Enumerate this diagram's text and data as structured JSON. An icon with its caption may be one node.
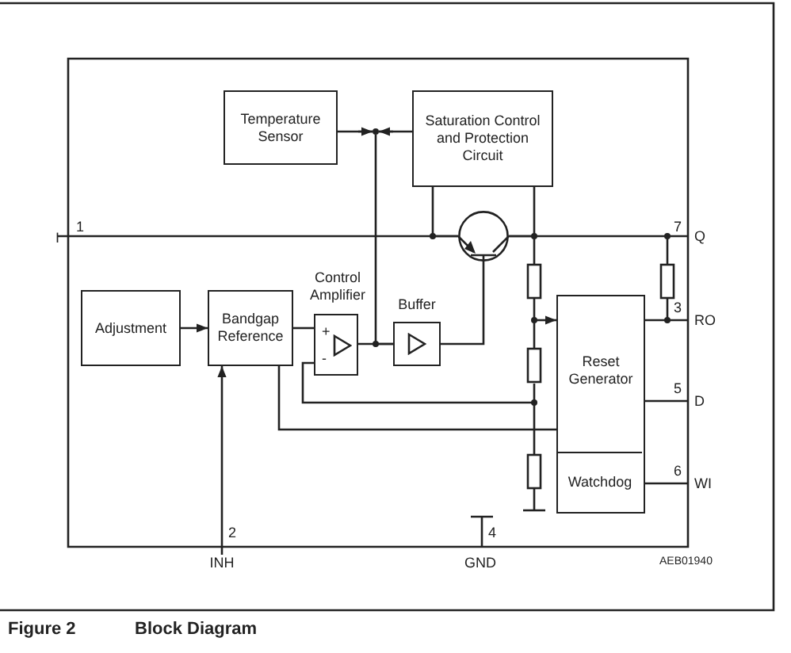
{
  "diagram": {
    "caption": "Block Diagram",
    "nodes": [
      {
        "text": [
          "Temperature Sensor"
        ]
      },
      {
        "text": [
          "Saturation Control and Protection Circuit"
        ]
      },
      {
        "text": [
          "Adjustment"
        ]
      },
      {
        "text": [
          "Bandgap Reference"
        ]
      },
      {
        "text": [
          "Control Amplifier"
        ]
      },
      {
        "text": [
          "Buffer"
        ]
      },
      {
        "text": [
          "Reset Generator"
        ]
      },
      {
        "text": [
          "Watchdog"
        ],
        "in": 6
      },
      {
        "text": [],
        "shape": "circle"
      },
      {
        "text": [],
        "shape": "transistor"
      },
      {
        "text": [
          "INH"
        ]
      }
    ],
    "edges": [
      {
        "from": 2,
        "to": 3,
        "arrow": "to"
      },
      {
        "from": 0,
        "to": 8,
        "arrow": "to"
      },
      {
        "from": 1,
        "to": 8,
        "arrow": "to"
      },
      {
        "from": 3,
        "to": 4,
        "arrow": "none"
      },
      {
        "from": 4,
        "to": 5,
        "arrow": "none"
      },
      {
        "from": 10,
        "to": 3,
        "arrow": "to"
      },
      {
        "from": null,
        "to": 6,
        "arrow": "to"
      },
      {
        "from": 8,
        "to": 5,
        "arrow": "none"
      },
      {
        "from": 5,
        "to": 9,
        "arrow": "none"
      },
      {
        "from": 1,
        "to": 9,
        "arrow": "none"
      },
      {
        "from": 1,
        "to": 9,
        "arrow": "none"
      },
      {
        "from": 3,
        "to": 6,
        "arrow": "none"
      }
    ],
    "labels": [
      "I",
      "1",
      "7",
      "Q",
      "+",
      "-",
      "3",
      "RO",
      "5",
      "D",
      "6",
      "WI",
      "2",
      "4",
      "GND",
      "AEB01940",
      "Figure 2"
    ]
  }
}
